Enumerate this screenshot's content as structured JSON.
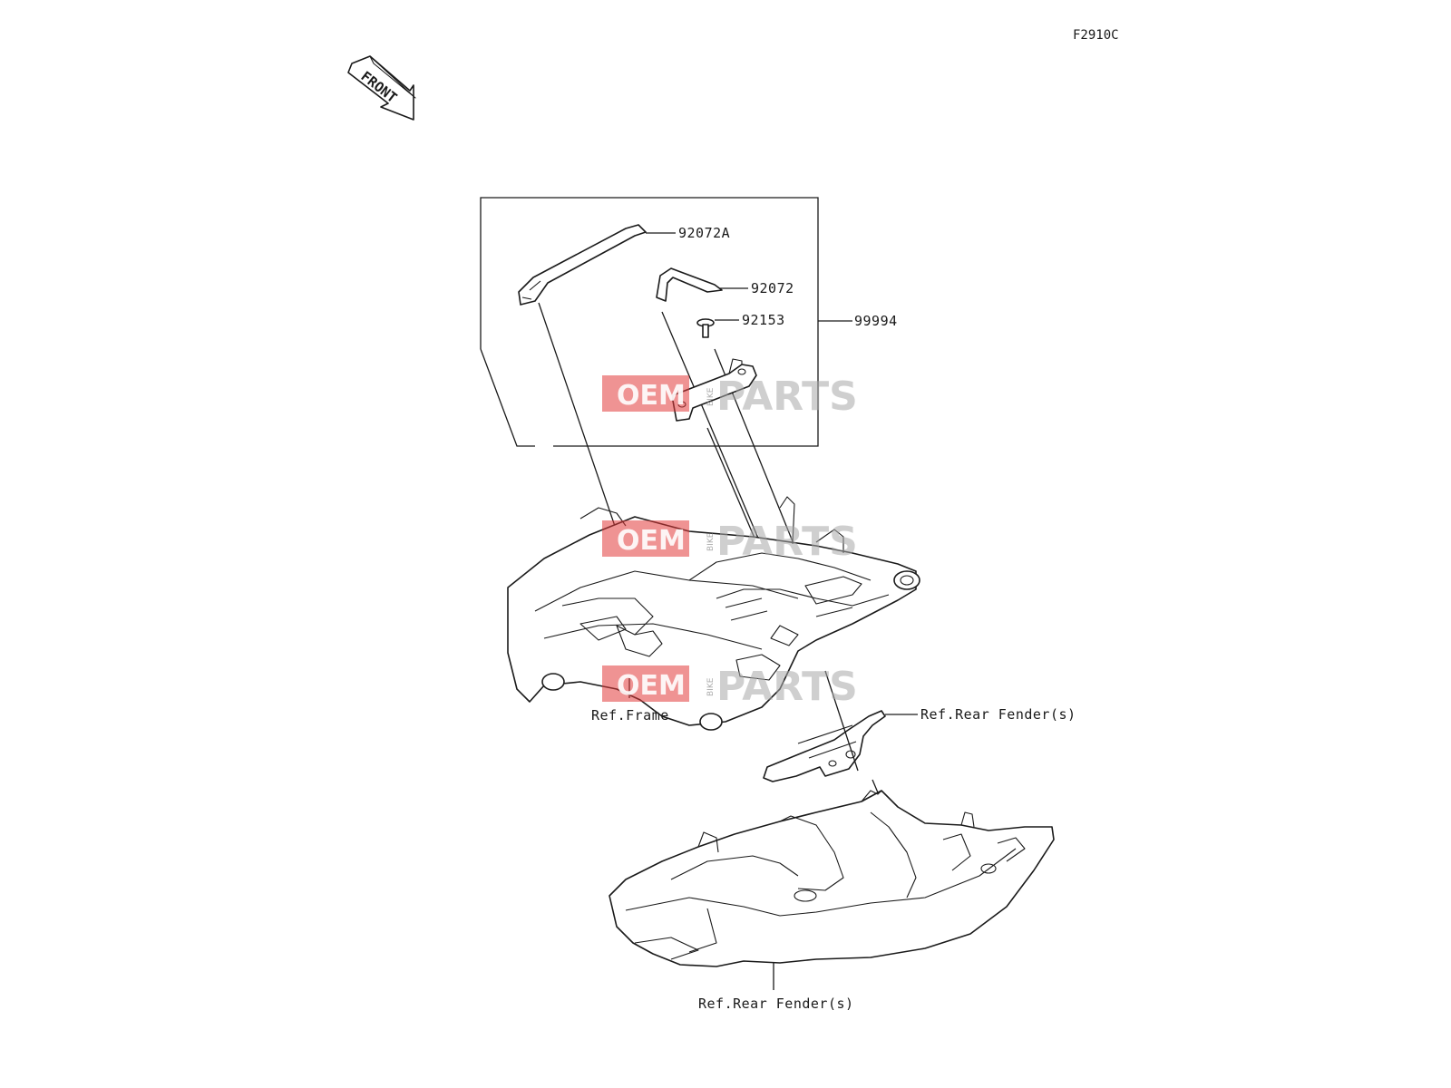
{
  "diagram_code": "F2910C",
  "front_arrow_label": "FRONT",
  "callouts": {
    "part_92072A": "92072A",
    "part_92072": "92072",
    "part_92153": "92153",
    "kit_99994": "99994",
    "ref_frame": "Ref.Frame",
    "ref_rear_fender_upper": "Ref.Rear Fender(s)",
    "ref_rear_fender_lower": "Ref.Rear Fender(s)"
  },
  "watermark": {
    "oem": "OEM",
    "bike": "BIKE",
    "parts": "PARTS"
  },
  "colors": {
    "line": "#1a1a1a",
    "watermark_red": "#e23a3a",
    "watermark_grey": "#a8a8a8"
  }
}
